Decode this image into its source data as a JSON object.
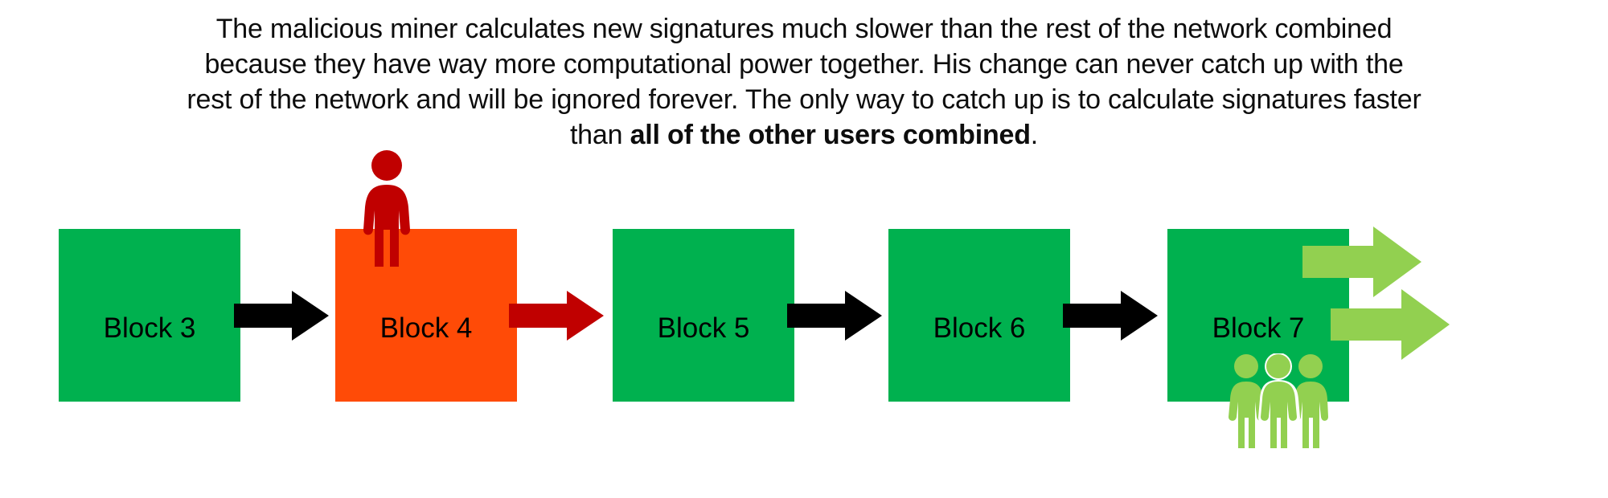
{
  "caption": {
    "lines": [
      {
        "text": "The malicious miner calculates new signatures much slower than the rest of the network combined",
        "bold": ""
      },
      {
        "text": "because they have way more computational power together. His change can never catch up with the",
        "bold": ""
      },
      {
        "text": "rest of the network and will be ignored forever. The only way to catch up is to calculate signatures faster",
        "bold": ""
      },
      {
        "text": "than ",
        "bold": "all of the other users combined",
        "tail": "."
      }
    ],
    "line1": "The malicious miner calculates new signatures much slower than the rest of the network combined",
    "line2": "because they have way more computational power together. His change can never catch up with the",
    "line3": "rest of the network and will be ignored forever. The only way to catch up is to calculate signatures faster",
    "line4_prefix": "than ",
    "line4_bold": "all of the other users combined",
    "line4_suffix": "."
  },
  "chain": {
    "blocks": [
      {
        "label": "Block 3",
        "color": "#00B14F",
        "state": "valid"
      },
      {
        "label": "Block 4",
        "color": "#FF4B07",
        "state": "tampered"
      },
      {
        "label": "Block 5",
        "color": "#00B14F",
        "state": "valid"
      },
      {
        "label": "Block 6",
        "color": "#00B14F",
        "state": "valid"
      },
      {
        "label": "Block 7",
        "color": "#00B14F",
        "state": "valid"
      }
    ],
    "links": [
      {
        "from": "Block 3",
        "to": "Block 4",
        "color": "#000000"
      },
      {
        "from": "Block 4",
        "to": "Block 5",
        "color": "#C00000"
      },
      {
        "from": "Block 5",
        "to": "Block 6",
        "color": "#000000"
      },
      {
        "from": "Block 6",
        "to": "Block 7",
        "color": "#000000"
      }
    ]
  },
  "actors": {
    "malicious_miner": {
      "color": "#C00000",
      "on_block": "Block 4"
    },
    "honest_miners": {
      "color": "#92D050",
      "count": 3,
      "on_block": "Block 7"
    }
  },
  "progress_arrows": {
    "color": "#92D050",
    "count": 2,
    "on_block": "Block 7"
  },
  "colors": {
    "valid_block": "#00B14F",
    "tampered_block": "#FF4B07",
    "malicious": "#C00000",
    "honest": "#92D050",
    "link": "#000000",
    "text": "#0D0D0D",
    "background": "#FFFFFF"
  }
}
